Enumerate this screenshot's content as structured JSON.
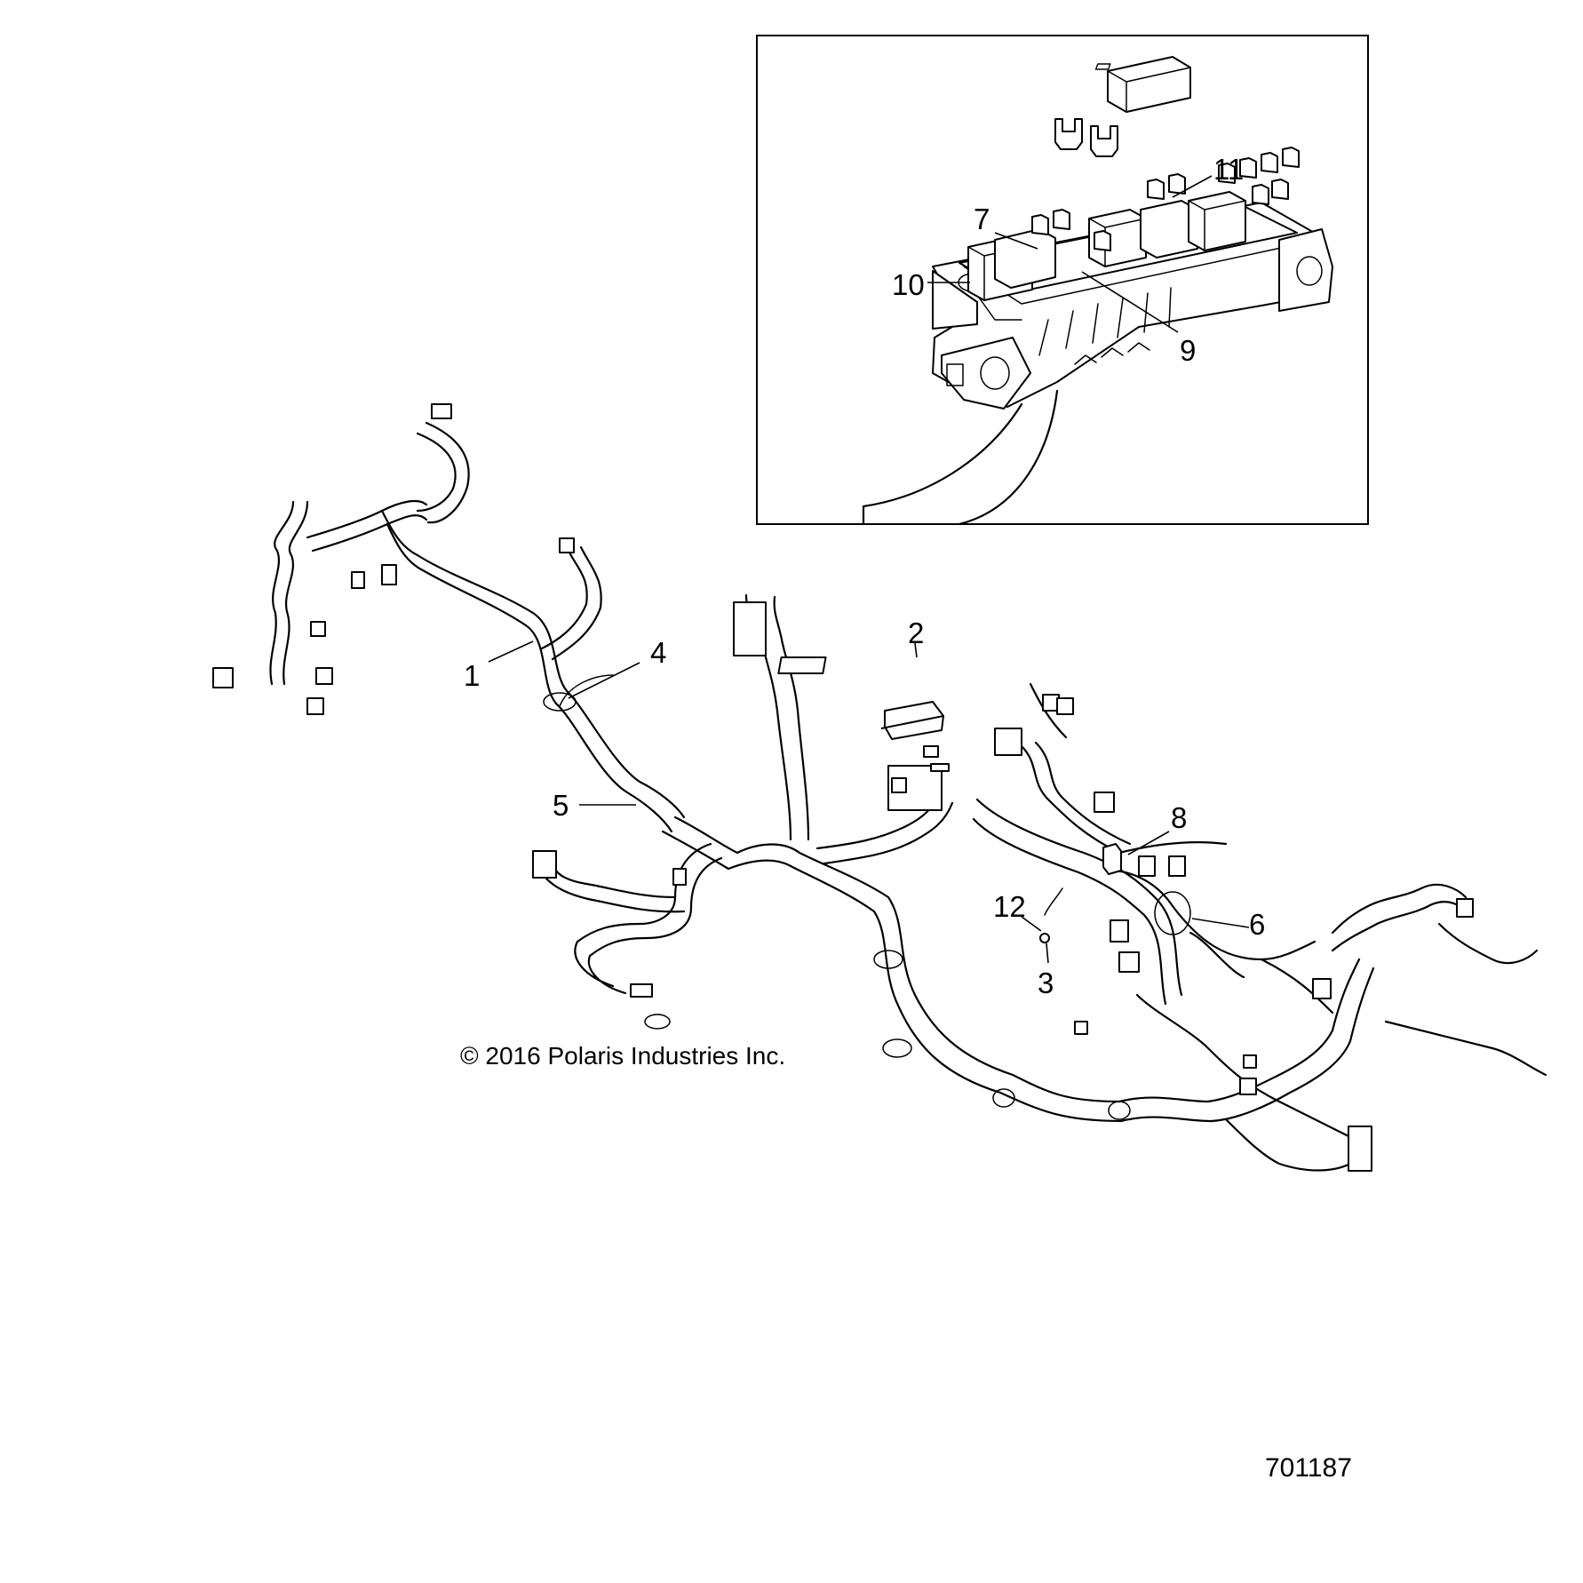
{
  "copyright": "© 2016 Polaris Industries Inc.",
  "diagram_number": "701187",
  "callouts": [
    {
      "id": "1",
      "label": "1"
    },
    {
      "id": "2",
      "label": "2"
    },
    {
      "id": "3",
      "label": "3"
    },
    {
      "id": "4",
      "label": "4"
    },
    {
      "id": "5",
      "label": "5"
    },
    {
      "id": "6",
      "label": "6"
    },
    {
      "id": "7",
      "label": "7"
    },
    {
      "id": "8",
      "label": "8"
    },
    {
      "id": "9",
      "label": "9"
    },
    {
      "id": "10",
      "label": "10"
    },
    {
      "id": "11",
      "label": "11"
    },
    {
      "id": "12",
      "label": "12"
    }
  ]
}
